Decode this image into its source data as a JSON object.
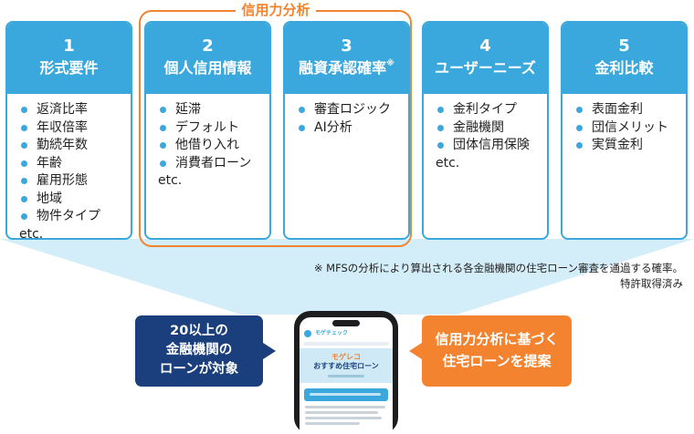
{
  "group_label": "信用力分析",
  "cards": [
    {
      "num": "1",
      "title": "形式要件",
      "mark": "",
      "items": [
        "返済比率",
        "年収倍率",
        "勤続年数",
        "年齢",
        "雇用形態",
        "地域",
        "物件タイプ"
      ],
      "etc": "etc."
    },
    {
      "num": "2",
      "title": "個人信用情報",
      "mark": "",
      "items": [
        "延滞",
        "デフォルト",
        "他借り入れ",
        "消費者ローン"
      ],
      "etc": "etc."
    },
    {
      "num": "3",
      "title": "融資承認確率",
      "mark": "※",
      "items": [
        "審査ロジック",
        "AI分析"
      ],
      "etc": ""
    },
    {
      "num": "4",
      "title": "ユーザーニーズ",
      "mark": "",
      "items": [
        "金利タイプ",
        "金融機関",
        "団体信用保険"
      ],
      "etc": "etc."
    },
    {
      "num": "5",
      "title": "金利比較",
      "mark": "",
      "items": [
        "表面金利",
        "団信メリット",
        "実質金利"
      ],
      "etc": ""
    }
  ],
  "footnote": {
    "line1": "※ MFSの分析により算出される各金融機関の住宅ローン審査を通過する確率。",
    "line2": "特許取得済み"
  },
  "left_bubble": {
    "line1": "20以上の",
    "line2": "金融機関の",
    "line3": "ローンが対象"
  },
  "right_bubble": {
    "line1": "信用力分析に基づく",
    "line2": "住宅ローンを提案"
  },
  "phone": {
    "app_name": "モゲチェック",
    "hero_brand": "モゲレコ",
    "hero_title": "おすすめ住宅ローン"
  },
  "colors": {
    "card_blue": "#3aa8dc",
    "frame_orange": "#f3832f",
    "navy": "#1b3f7c",
    "fan": "#d3eef9"
  }
}
